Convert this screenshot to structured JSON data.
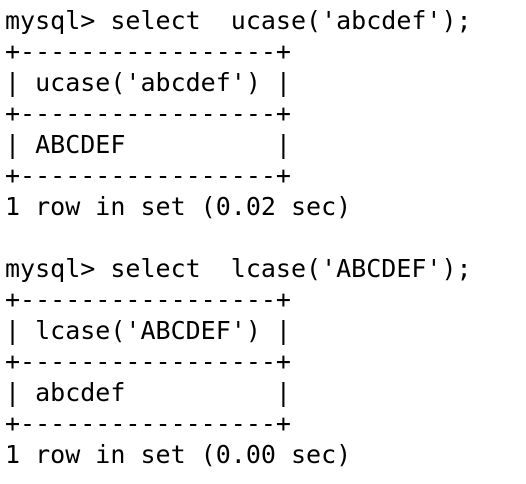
{
  "terminal": {
    "query1": {
      "prompt_line": "mysql> select  ucase('abcdef');",
      "border_top": "+-----------------+",
      "header_row": "| ucase('abcdef') |",
      "border_mid": "+-----------------+",
      "value_row": "| ABCDEF          |",
      "border_bottom": "+-----------------+",
      "status": "1 row in set (0.02 sec)"
    },
    "query2": {
      "prompt_line": "mysql> select  lcase('ABCDEF');",
      "border_top": "+-----------------+",
      "header_row": "| lcase('ABCDEF') |",
      "border_mid": "+-----------------+",
      "value_row": "| abcdef          |",
      "border_bottom": "+-----------------+",
      "status": "1 row in set (0.00 sec)"
    }
  }
}
